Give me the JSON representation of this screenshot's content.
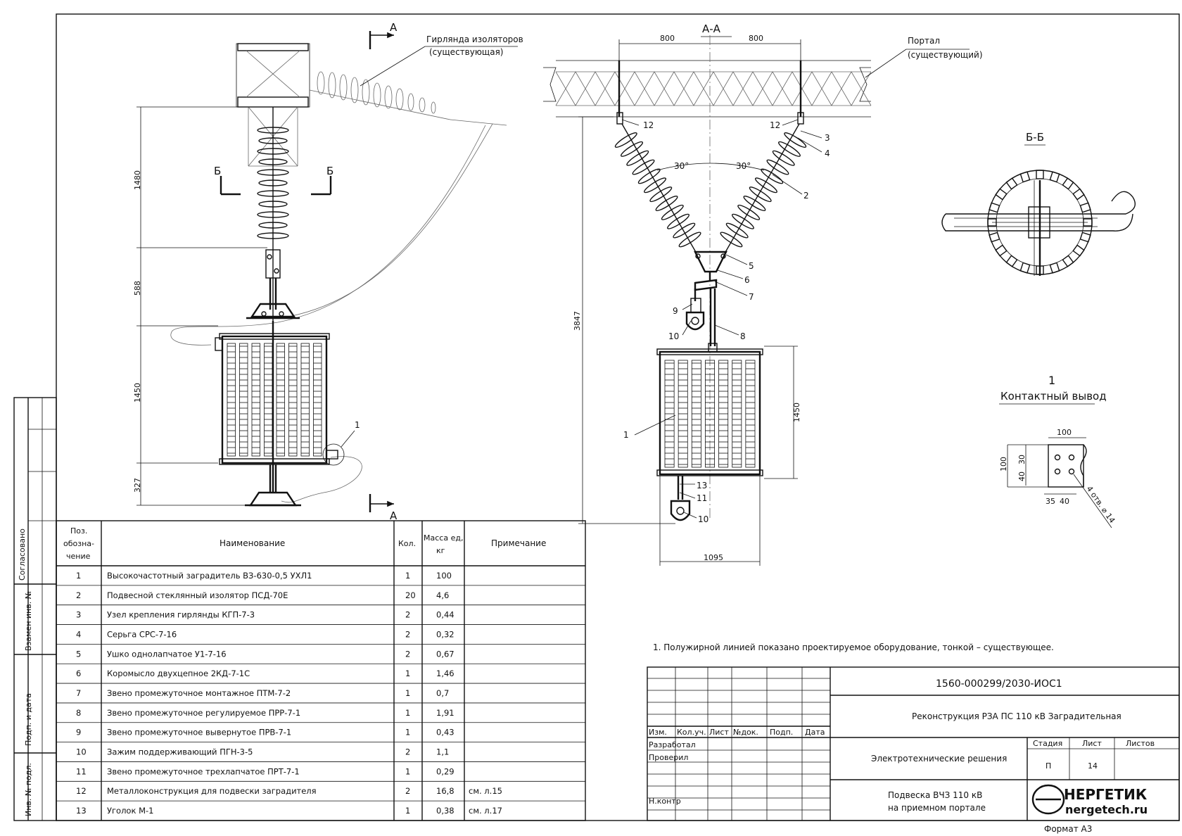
{
  "sections": {
    "a_mark": "А",
    "aa_title": "А-А",
    "b_mark": "Б",
    "bb_title": "Б-Б",
    "contact_num": "1",
    "contact_title": "Контактный вывод"
  },
  "callouts": {
    "garland_1": "Гирлянда изоляторов",
    "garland_2": "(существующая)",
    "portal_1": "Портал",
    "portal_2": "(существующий)"
  },
  "dims": {
    "left_1480": "1480",
    "left_588": "588",
    "left_1450": "1450",
    "left_327": "327",
    "top_800_a": "800",
    "top_800_b": "800",
    "angle_a": "30°",
    "angle_b": "30°",
    "height_3847": "3847",
    "right_1450": "1450",
    "width_1095": "1095",
    "d_100_top": "100",
    "d_100_left": "100",
    "d_30": "30",
    "d_40_v": "40",
    "d_35": "35",
    "d_40_h": "40",
    "holes": "4 отв. ⌀ 14"
  },
  "position_labels": [
    "1",
    "2",
    "3",
    "4",
    "5",
    "6",
    "7",
    "8",
    "9",
    "10",
    "10",
    "11",
    "12",
    "12",
    "13"
  ],
  "note": "1.      Полужирной линией показано проектируемое оборудование, тонкой – существующее.",
  "spec_table": {
    "headers": {
      "pos": [
        "Поз.",
        "обозна-",
        "чение"
      ],
      "name": "Наименование",
      "qty": "Кол.",
      "mass": [
        "Масса ед,",
        "кг"
      ],
      "note": "Примечание"
    },
    "rows": [
      {
        "pos": "1",
        "name": "Высокочастотный заградитель ВЗ-630-0,5 УХЛ1",
        "qty": "1",
        "mass": "100",
        "note": ""
      },
      {
        "pos": "2",
        "name": "Подвесной стеклянный изолятор ПСД-70Е",
        "qty": "20",
        "mass": "4,6",
        "note": ""
      },
      {
        "pos": "3",
        "name": "Узел крепления гирлянды КГП-7-3",
        "qty": "2",
        "mass": "0,44",
        "note": ""
      },
      {
        "pos": "4",
        "name": "Серьга СРС-7-16",
        "qty": "2",
        "mass": "0,32",
        "note": ""
      },
      {
        "pos": "5",
        "name": "Ушко однолапчатое У1-7-16",
        "qty": "2",
        "mass": "0,67",
        "note": ""
      },
      {
        "pos": "6",
        "name": "Коромысло двухцепное 2КД-7-1С",
        "qty": "1",
        "mass": "1,46",
        "note": ""
      },
      {
        "pos": "7",
        "name": "Звено промежуточное монтажное ПТМ-7-2",
        "qty": "1",
        "mass": "0,7",
        "note": ""
      },
      {
        "pos": "8",
        "name": "Звено промежуточное регулируемое ПРР-7-1",
        "qty": "1",
        "mass": "1,91",
        "note": ""
      },
      {
        "pos": "9",
        "name": "Звено промежуточное вывернутое ПРВ-7-1",
        "qty": "1",
        "mass": "0,43",
        "note": ""
      },
      {
        "pos": "10",
        "name": "Зажим поддерживающий ПГН-3-5",
        "qty": "2",
        "mass": "1,1",
        "note": ""
      },
      {
        "pos": "11",
        "name": "Звено промежуточное трехлапчатое ПРТ-7-1",
        "qty": "1",
        "mass": "0,29",
        "note": ""
      },
      {
        "pos": "12",
        "name": "Металлоконструкция для подвески заградителя",
        "qty": "2",
        "mass": "16,8",
        "note": "см. л.15"
      },
      {
        "pos": "13",
        "name": "Уголок М-1",
        "qty": "1",
        "mass": "0,38",
        "note": "см. л.17"
      }
    ]
  },
  "side_stamp": [
    "Согласовано",
    "Взамен инв. №",
    "Подп. и дата",
    "Инв. № подл."
  ],
  "title_block": {
    "code": "1560-000299/2030-ИОС1",
    "project": "Реконструкция РЗА ПС 110 кВ Заградительная",
    "section": "Электротехнические решения",
    "sheet_title_1": "Подвеска ВЧЗ 110 кВ",
    "sheet_title_2": "на приемном портале",
    "cols": [
      "Изм.",
      "Кол.уч.",
      "Лист",
      "№док.",
      "Подп.",
      "Дата"
    ],
    "roles": [
      "Разработал",
      "Проверил",
      "Н.контр"
    ],
    "stage_h": "Стадия",
    "sheet_h": "Лист",
    "sheets_h": "Листов",
    "stage": "П",
    "sheet": "14",
    "logo_1": "НЕРГЕТИК",
    "logo_2": "nergetech.ru",
    "format": "Формат А3"
  }
}
